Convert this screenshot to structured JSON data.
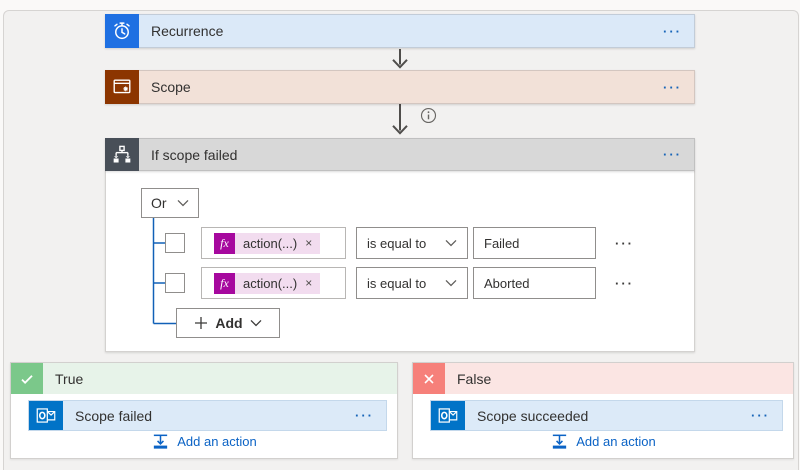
{
  "trigger": {
    "title": "Recurrence",
    "menu": "···"
  },
  "scope_action": {
    "title": "Scope",
    "menu": "···"
  },
  "condition": {
    "title": "If scope failed",
    "menu": "···",
    "join_operator": "Or",
    "rows": [
      {
        "expression": "action(...)",
        "remove": "×",
        "operator": "is equal to",
        "value": "Failed",
        "menu": "···"
      },
      {
        "expression": "action(...)",
        "remove": "×",
        "operator": "is equal to",
        "value": "Aborted",
        "menu": "···"
      }
    ],
    "add_button": {
      "label": "Add"
    }
  },
  "branches": {
    "true": {
      "label": "True",
      "card": {
        "title": "Scope failed"
      },
      "card_menu": "···",
      "add_action": "Add an action"
    },
    "false": {
      "label": "False",
      "card": {
        "title": "Scope succeeded"
      },
      "card_menu": "···",
      "add_action": "Add an action"
    }
  },
  "colors": {
    "trigger_icon_bg": "#1F70E2",
    "trigger_header_bg": "#DBE9F8",
    "scope_icon_bg": "#8C3500",
    "scope_header_bg": "#F2E1D8",
    "condition_icon_bg": "#484F58",
    "condition_header_bg": "#D8D8D8",
    "true_icon_bg": "#7BC88A",
    "true_header_bg": "#E7F3E9",
    "false_icon_bg": "#F6807A",
    "false_header_bg": "#FBE5E3",
    "outlook_icon_bg": "#0173C7",
    "fx_badge_bg": "#A6089E",
    "expression_chip_bg": "#F2DCEF",
    "connector_blue": "#1160B7",
    "link_blue": "#0B63C5"
  }
}
